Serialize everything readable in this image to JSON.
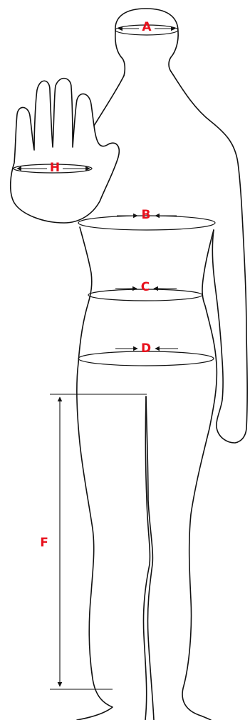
{
  "diagram": {
    "measurements": [
      {
        "id": "A",
        "label": "A"
      },
      {
        "id": "H",
        "label": "H"
      },
      {
        "id": "B",
        "label": "B"
      },
      {
        "id": "C",
        "label": "C"
      },
      {
        "id": "D",
        "label": "D"
      },
      {
        "id": "F",
        "label": "F"
      }
    ],
    "colors": {
      "label": "#e8101c",
      "outline": "#111111",
      "background": "#ffffff"
    }
  }
}
